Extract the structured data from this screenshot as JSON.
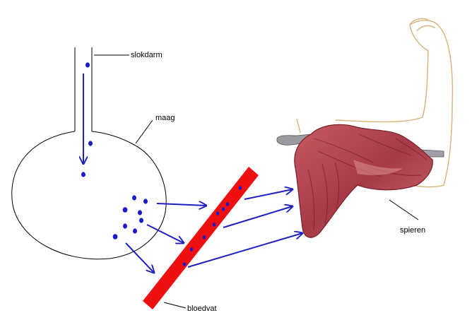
{
  "labels": {
    "esophagus": "slokdarm",
    "stomach": "maag",
    "blood_vessel": "bloedvat",
    "muscles": "spieren"
  },
  "colors": {
    "outline": "#000000",
    "nutrient": "#1a1acc",
    "arrow": "#2020c0",
    "blood_vessel": "#ee1010",
    "muscle": "#b8454e",
    "muscle_dark": "#7a1e2a",
    "arm_outline": "#d8b27a"
  },
  "icons": [
    "nutrient-particle",
    "flow-arrow",
    "arm-muscle-illustration"
  ]
}
